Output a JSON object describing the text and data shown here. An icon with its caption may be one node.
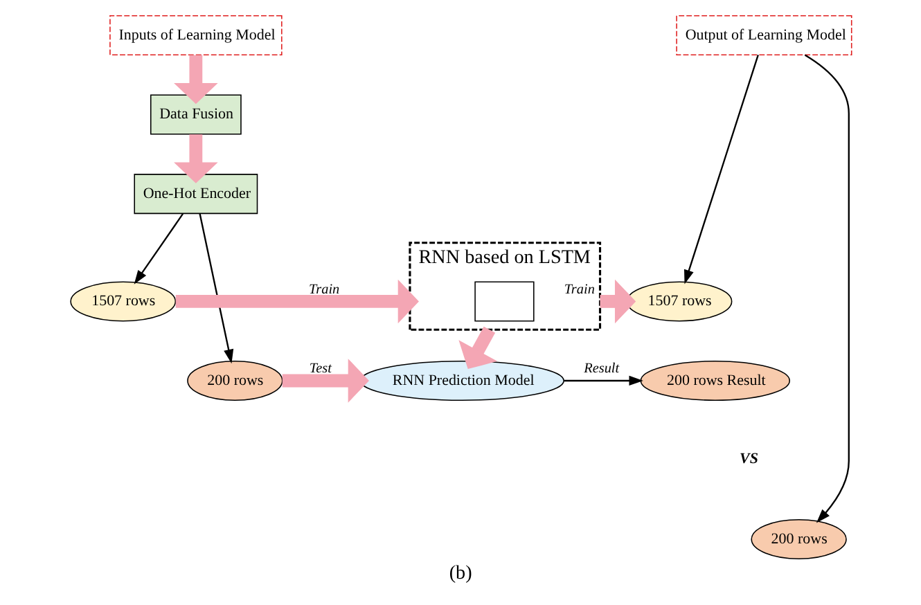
{
  "diagram": {
    "caption": "(b)",
    "nodes": [
      {
        "text": [
          "Inputs of Learning Model"
        ]
      },
      {
        "text": [
          "Output of Learning Model"
        ]
      },
      {
        "text": [
          "Data Fusion"
        ]
      },
      {
        "text": [
          "One-Hot Encoder"
        ]
      },
      {
        "text": [
          "1507 rows"
        ]
      },
      {
        "text": [
          "200 rows"
        ]
      },
      {
        "text": [
          "RNN based on LSTM"
        ]
      },
      {
        "text": [],
        "shape": "box",
        "in": 6
      },
      {
        "text": [
          "1507 rows"
        ]
      },
      {
        "text": [
          "RNN Prediction Model"
        ]
      },
      {
        "text": [
          "200 rows Result"
        ]
      },
      {
        "text": [
          "200 rows"
        ]
      }
    ],
    "edges": [
      {
        "from": 0,
        "to": 2,
        "arrow": "to"
      },
      {
        "from": 2,
        "to": 3,
        "arrow": "to"
      },
      {
        "from": 3,
        "to": 4,
        "arrow": "to",
        "color": "#000000"
      },
      {
        "from": 3,
        "to": 5,
        "arrow": "to",
        "color": "#000000"
      },
      {
        "from": 4,
        "to": 6,
        "arrow": "to",
        "label": "Train"
      },
      {
        "from": 6,
        "to": 8,
        "arrow": "to",
        "label": "Train"
      },
      {
        "from": 6,
        "to": 9,
        "arrow": "to"
      },
      {
        "from": 5,
        "to": 9,
        "arrow": "to",
        "label": "Test"
      },
      {
        "from": 9,
        "to": 10,
        "arrow": "to",
        "color": "#000000",
        "label": "Result"
      },
      {
        "from": 1,
        "to": 8,
        "arrow": "to",
        "color": "#000000"
      },
      {
        "from": 1,
        "to": 11,
        "arrow": "to",
        "color": "#000000"
      }
    ],
    "labels": [
      "VS"
    ]
  }
}
